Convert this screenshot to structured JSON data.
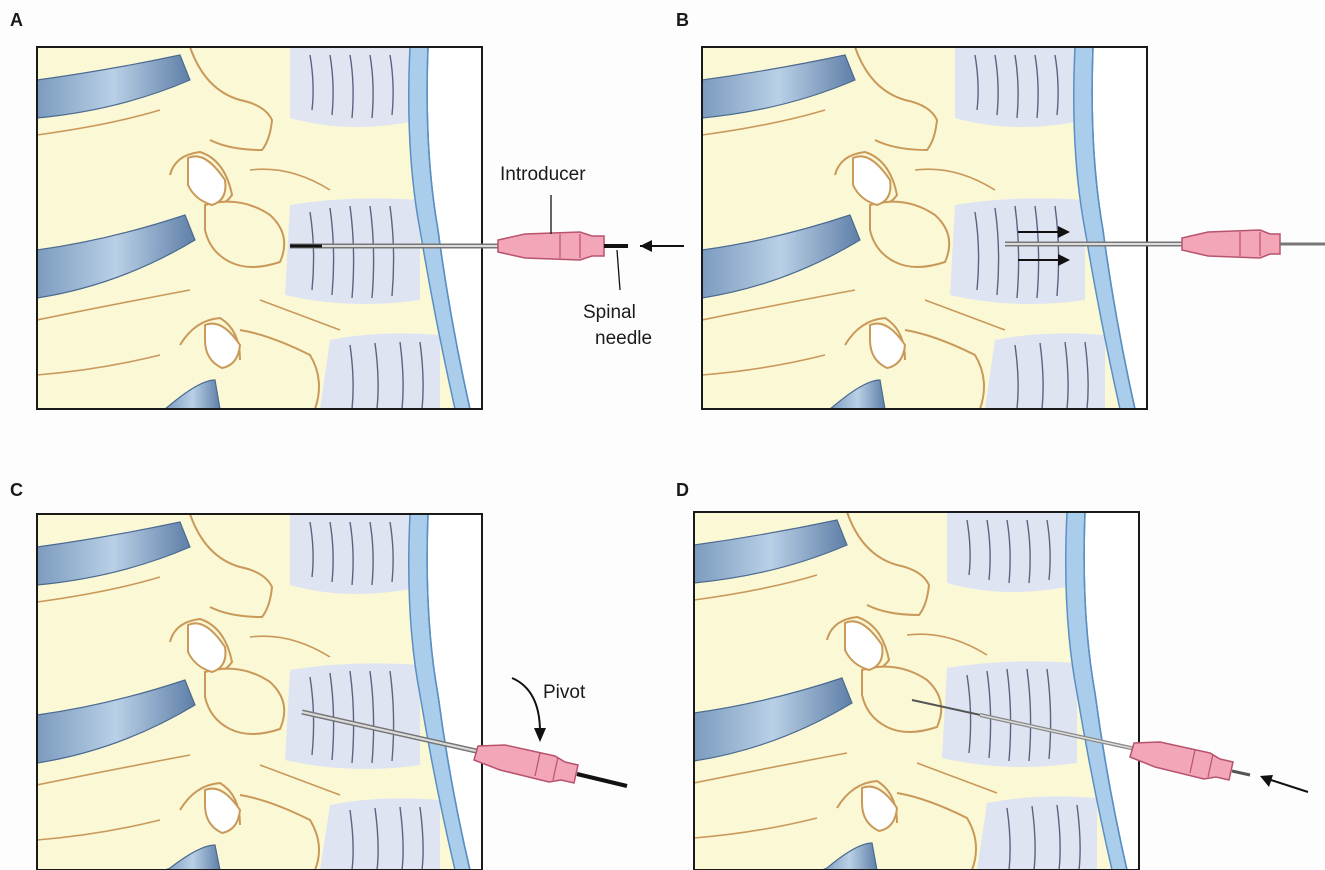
{
  "colors": {
    "bone": "#fbf8d6",
    "bone_outline": "#c9995a",
    "disc": "#dfe4f2",
    "disc_lines": "#3e4366",
    "ligament": "#a9cdea",
    "ligament_dark": "#5b8fc2",
    "cord_blue": "#8fb3d6",
    "needle_hub": "#f2a6b8",
    "needle_hub_dark": "#b8536e",
    "frame": "#1a1a1a"
  },
  "panels": [
    {
      "letter": "A"
    },
    {
      "letter": "B"
    },
    {
      "letter": "C"
    },
    {
      "letter": "D"
    }
  ],
  "labels": {
    "introducer": "Introducer",
    "spinal": "Spinal",
    "needle": "needle",
    "pivot": "Pivot"
  },
  "icons": {
    "advance_arrow": "left-arrow-icon",
    "pivot_arrow": "curved-arrow-icon",
    "direction_arrows": "right-arrow-icon"
  }
}
